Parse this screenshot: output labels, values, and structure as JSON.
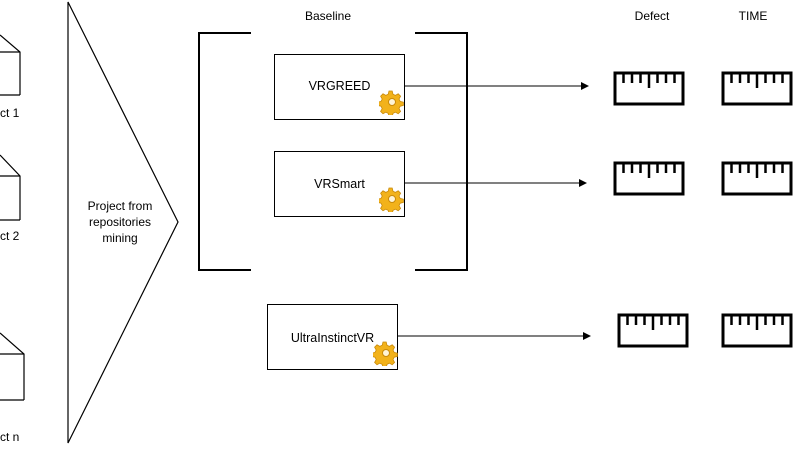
{
  "headers": {
    "baseline": "Baseline",
    "defect": "Defect",
    "time": "TIME"
  },
  "projects": [
    {
      "label": "ct 1"
    },
    {
      "label": "ct 2"
    },
    {
      "label": "ct n"
    }
  ],
  "mining": {
    "line1": "Project from",
    "line2": "repositories",
    "line3": "mining"
  },
  "tools": [
    {
      "name": "VRGREED"
    },
    {
      "name": "VRSmart"
    },
    {
      "name": "UltraInstinctVR"
    }
  ],
  "icons": {
    "gear": "gear-icon",
    "ruler": "ruler-icon",
    "cube": "cube-icon"
  },
  "colors": {
    "gear_fill": "#f2b21b",
    "gear_stroke": "#c98a0a",
    "line": "#000000"
  }
}
